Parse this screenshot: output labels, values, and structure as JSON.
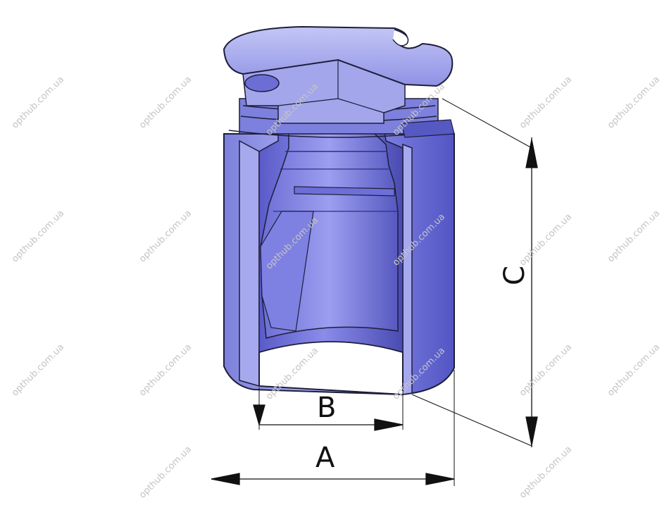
{
  "dimensions": {
    "a_label": "A",
    "b_label": "B",
    "c_label": "C"
  },
  "watermark": {
    "text": "opthub.com.ua"
  },
  "colors": {
    "piston_outer": "#8a8ee6",
    "piston_light": "#b9bcf2",
    "piston_dark": "#4e4fb8",
    "inner_cut": "#6f6fd6",
    "inner_deep": "#3b3c9c",
    "outline": "#1e1e3a",
    "dim_line": "#111111"
  }
}
